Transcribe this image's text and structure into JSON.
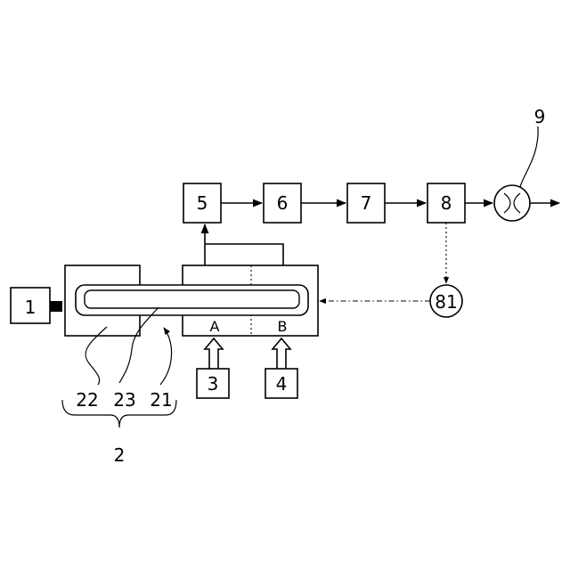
{
  "labels": {
    "n1": "1",
    "n2": "2",
    "n3": "3",
    "n4": "4",
    "n5": "5",
    "n6": "6",
    "n7": "7",
    "n8": "8",
    "n9": "9",
    "n81": "81",
    "n21": "21",
    "n22": "22",
    "n23": "23",
    "zoneA": "A",
    "zoneB": "B"
  },
  "colors": {
    "line": "#000000",
    "background": "#ffffff"
  }
}
